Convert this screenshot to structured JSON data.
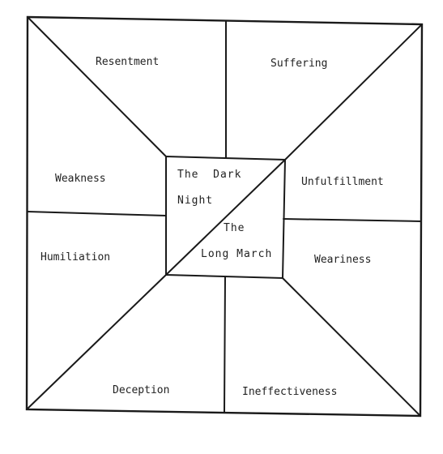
{
  "regions": {
    "resentment": "Resentment",
    "suffering": "Suffering",
    "weakness": "Weakness",
    "unfulfillment": "Unfulfillment",
    "humiliation": "Humiliation",
    "weariness": "Weariness",
    "deception": "Deception",
    "ineffectiveness": "Ineffectiveness"
  },
  "center": {
    "top_line1": "The  Dark",
    "top_line2": "Night",
    "bottom_line1": "The",
    "bottom_line2": "Long March"
  }
}
